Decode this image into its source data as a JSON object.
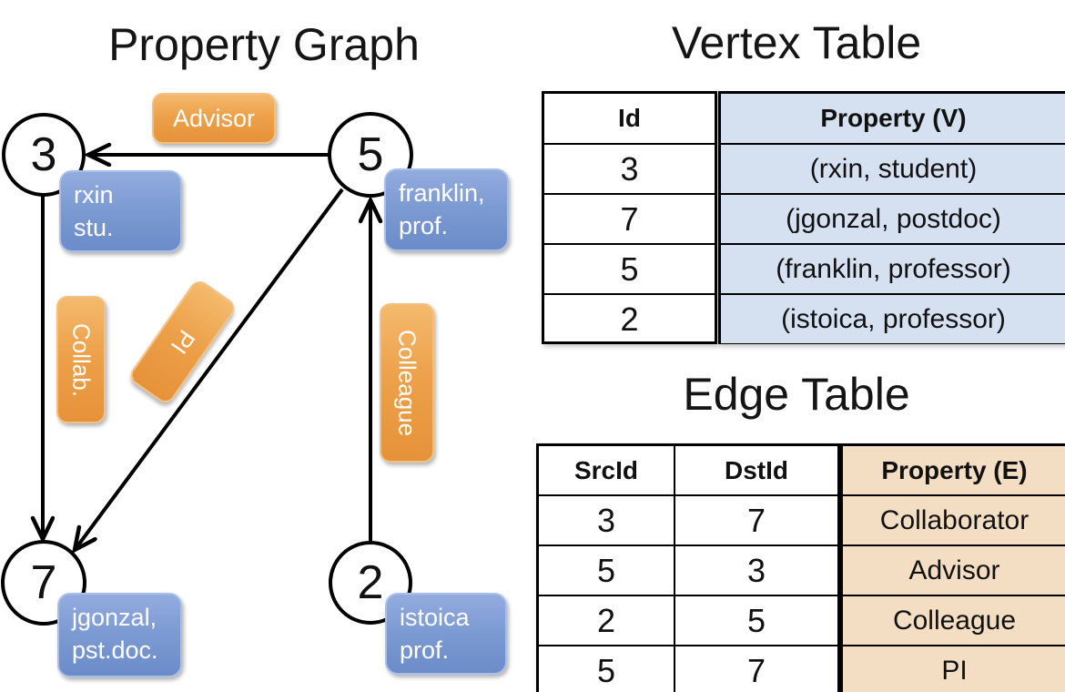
{
  "diagram": {
    "title": "Property Graph",
    "nodes": [
      {
        "id": "3",
        "line1": "rxin",
        "line2": "stu."
      },
      {
        "id": "5",
        "line1": "franklin,",
        "line2": "prof."
      },
      {
        "id": "7",
        "line1": "jgonzal,",
        "line2": "pst.doc."
      },
      {
        "id": "2",
        "line1": "istoica",
        "line2": "prof."
      }
    ],
    "edge_labels": {
      "advisor": "Advisor",
      "collab": "Collab.",
      "pi": "PI",
      "colleague": "Colleague"
    }
  },
  "vertex_table": {
    "title": "Vertex Table",
    "headers": {
      "id": "Id",
      "property": "Property (V)"
    },
    "rows": [
      {
        "id": "3",
        "property": "(rxin, student)"
      },
      {
        "id": "7",
        "property": "(jgonzal, postdoc)"
      },
      {
        "id": "5",
        "property": "(franklin, professor)"
      },
      {
        "id": "2",
        "property": "(istoica, professor)"
      }
    ]
  },
  "edge_table": {
    "title": "Edge Table",
    "headers": {
      "src": "SrcId",
      "dst": "DstId",
      "property": "Property (E)"
    },
    "rows": [
      {
        "src": "3",
        "dst": "7",
        "property": "Collaborator"
      },
      {
        "src": "5",
        "dst": "3",
        "property": "Advisor"
      },
      {
        "src": "2",
        "dst": "5",
        "property": "Colleague"
      },
      {
        "src": "5",
        "dst": "7",
        "property": "PI"
      }
    ]
  },
  "colors": {
    "edge_label_orange": "#E8973C",
    "node_property_blue": "#7D9BD3",
    "vertex_cell_blue": "#D5E0F1",
    "edge_cell_tan": "#F4DEC3",
    "line_black": "#000000"
  }
}
